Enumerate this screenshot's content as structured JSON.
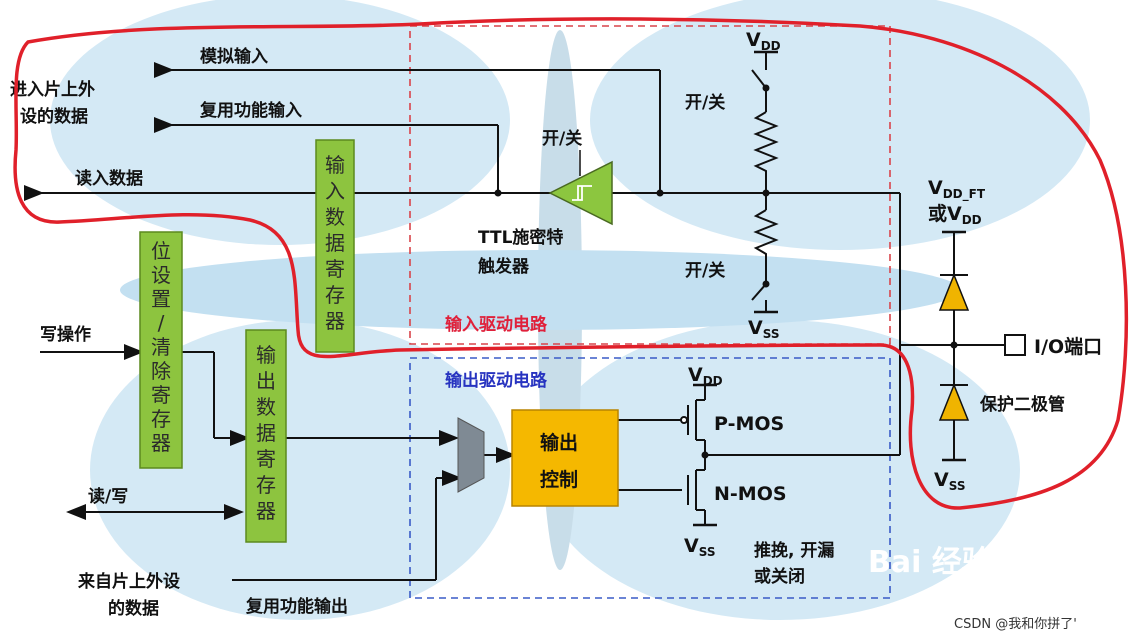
{
  "diagram": {
    "labels": {
      "analog_input": "模拟输入",
      "into_peripheral": [
        "进入片上外",
        "设的数据"
      ],
      "alt_func_input": "复用功能输入",
      "read_data": "读入数据",
      "write_op": "写操作",
      "read_write": "读/写",
      "from_peripheral": [
        "来自片上外设",
        "的数据"
      ],
      "alt_func_output": "复用功能输出",
      "on_off": "开/关",
      "ttl_schmitt": [
        "TTL施密特",
        "触发器"
      ],
      "input_driver": "输入驱动电路",
      "output_driver": "输出驱动电路",
      "output_control": [
        "输出",
        "控制"
      ],
      "pmos": "P-MOS",
      "nmos": "N-MOS",
      "push_pull": [
        "推挽, 开漏",
        "或关闭"
      ],
      "protection_diode": "保护二极管",
      "io_port": "I/O端口",
      "vdd_ft_or": "或V",
      "watermark_csdn": "CSDN @我和你拼了'",
      "watermark_baidu": "Bai  经验"
    },
    "supply": {
      "v": "V",
      "dd": "DD",
      "ss": "SS",
      "dd_ft": "DD_FT"
    },
    "registers": {
      "input_data": [
        "输",
        "入",
        "数",
        "据",
        "寄",
        "存",
        "器"
      ],
      "bit_set_reset": [
        "位",
        "设",
        "置",
        "/",
        "清",
        "除",
        "寄",
        "存",
        "器"
      ],
      "output_data": [
        "输",
        "出",
        "数",
        "据",
        "寄",
        "存",
        "器"
      ]
    },
    "colors": {
      "register_fill": "#8dc43f",
      "register_border": "#5c8a1f",
      "control_fill": "#f5b800",
      "red_outline": "#e0202a",
      "input_box": "#d9444a",
      "output_box": "#3a5bc7",
      "input_label": "#e0203a",
      "output_label": "#2733c0",
      "schmitt_fill": "#8cc63f",
      "mux_fill": "#7f8a94",
      "diode_fill": "#f0b400",
      "background_shape": "#cfe6f3"
    }
  }
}
